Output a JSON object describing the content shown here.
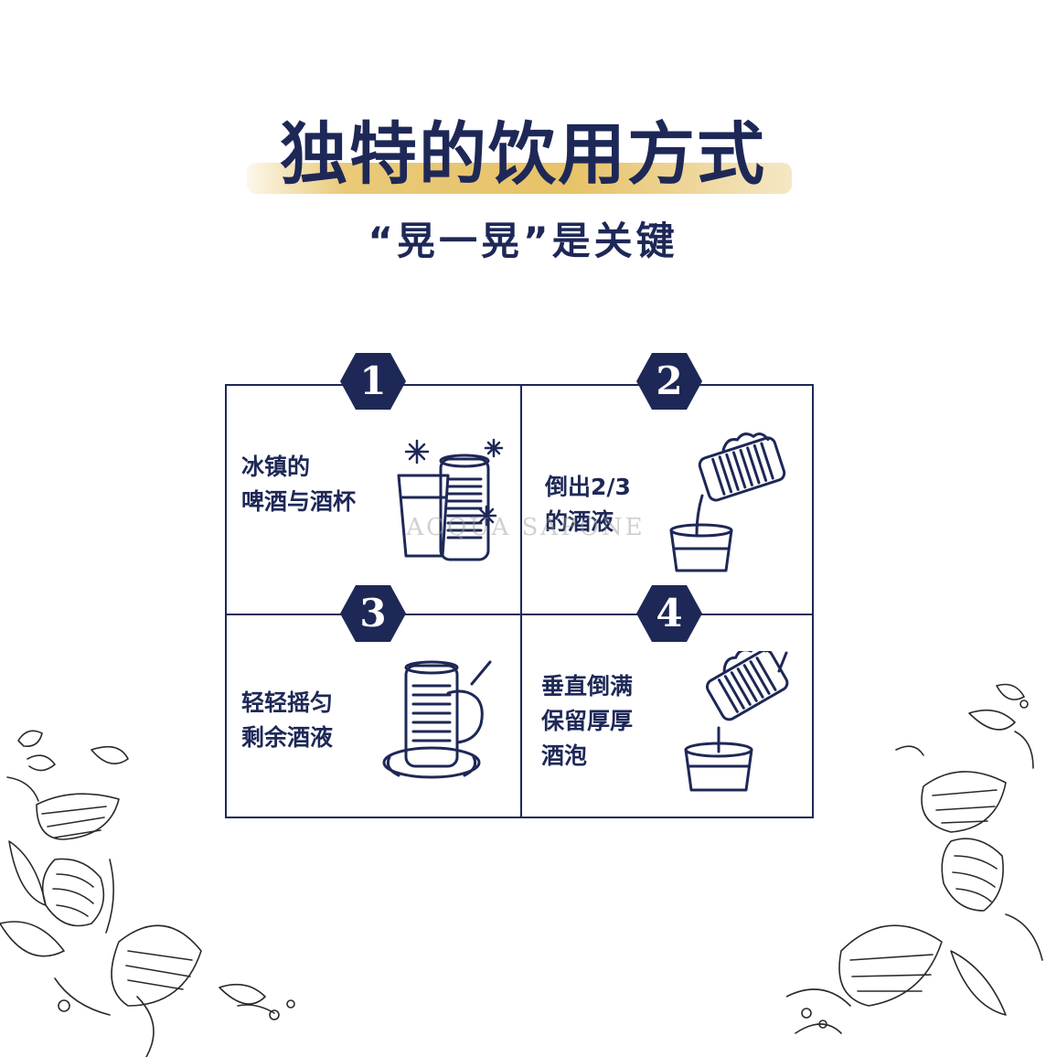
{
  "title": "独特的饮用方式",
  "subtitle": "“晃一晃”是关键",
  "steps": [
    {
      "number": "1",
      "text": "冰镇的\n啤酒与酒杯",
      "icon": "chilled-can-and-glass-icon"
    },
    {
      "number": "2",
      "text": "倒出2/3\n的酒液",
      "icon": "pouring-can-icon"
    },
    {
      "number": "3",
      "text": "轻轻摇匀\n剩余酒液",
      "icon": "swirling-can-icon"
    },
    {
      "number": "4",
      "text": "垂直倒满\n保留厚厚\n酒泡",
      "icon": "vertical-pour-icon"
    }
  ],
  "watermark": "ACQUA SAPONE",
  "colors": {
    "navy": "#1e2857",
    "gold": "#e4bc58",
    "background": "#ffffff"
  }
}
